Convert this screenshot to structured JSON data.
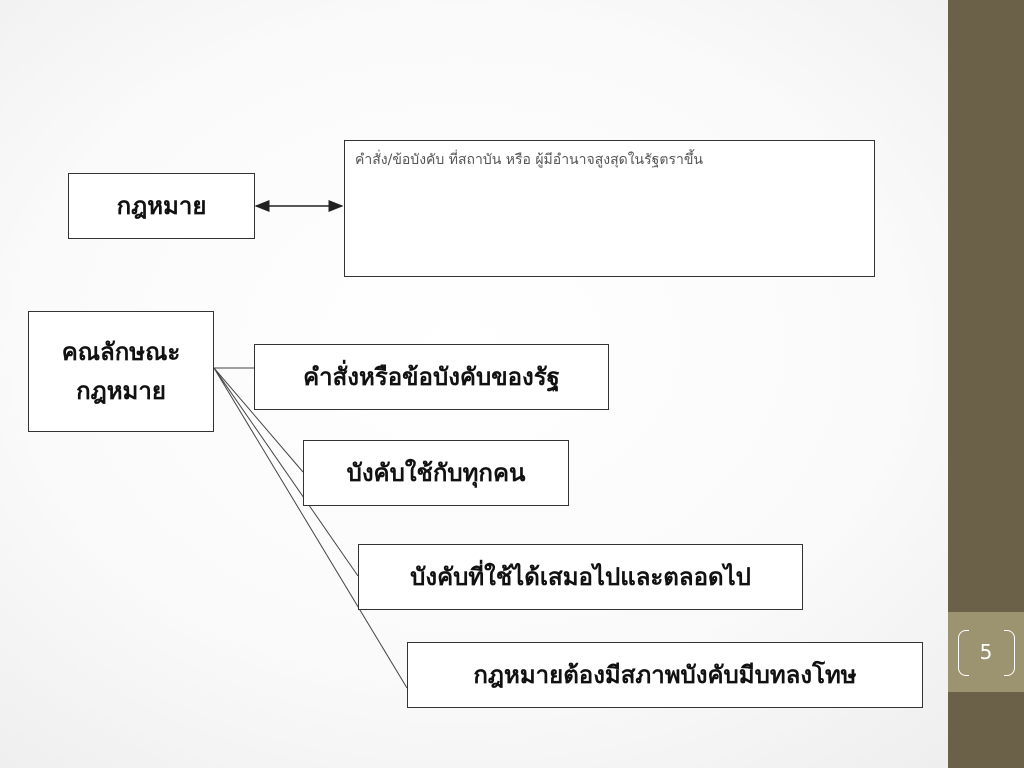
{
  "slide": {
    "law_box": "กฎหมาย",
    "definition": "คำสั่ง/ข้อบังคับ ที่สถาบัน หรือ ผู้มีอำนาจสูงสุดในรัฐตราขึ้น",
    "characteristics_line1": "คณลักษณะ",
    "characteristics_line2": "กฎหมาย",
    "items": [
      "คำสั่งหรือข้อบังคับของรัฐ",
      "บังคับใช้กับทุกคน",
      "บังคับที่ใช้ได้เสมอไปและตลอดไป",
      "กฎหมายต้องมีสภาพบังคับมีบทลงโทษ"
    ],
    "page_number": "5"
  },
  "colors": {
    "sidebar": "#6b6048",
    "page_tab": "#9c9470",
    "border": "#333333"
  }
}
